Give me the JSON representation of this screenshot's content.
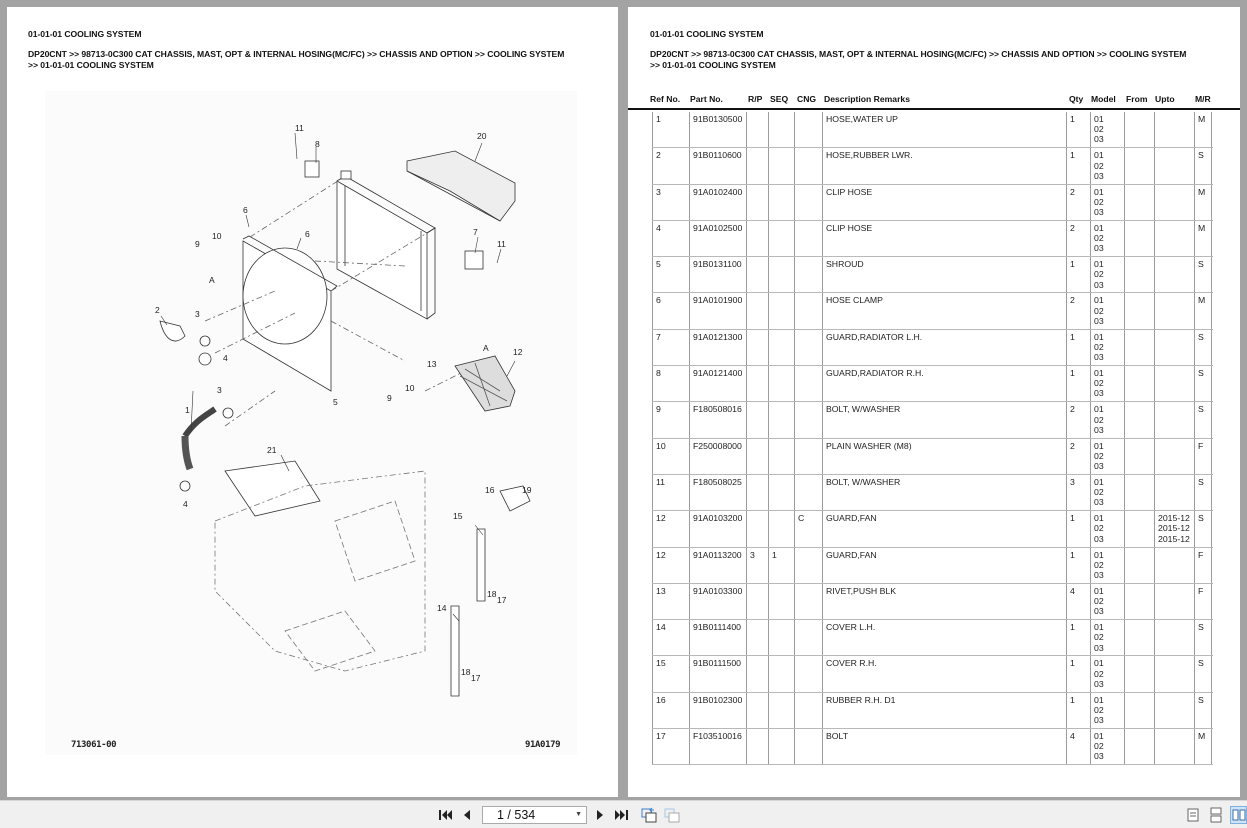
{
  "left_page": {
    "title": "01-01-01 COOLING SYSTEM",
    "breadcrumb_line1": "DP20CNT >> 98713-0C300 CAT CHASSIS, MAST, OPT & INTERNAL HOSING(MC/FC) >> CHASSIS AND OPTION >> COOLING SYSTEM",
    "breadcrumb_line2": ">> 01-01-01 COOLING SYSTEM",
    "illustration": {
      "code_left": "713061-00",
      "code_right": "91A0179",
      "callouts": [
        "1",
        "2",
        "3",
        "3",
        "4",
        "4",
        "5",
        "6",
        "6",
        "7",
        "8",
        "9",
        "9",
        "10",
        "10",
        "11",
        "11",
        "12",
        "13",
        "14",
        "15",
        "16",
        "17",
        "17",
        "18",
        "18",
        "19",
        "20",
        "21",
        "A",
        "A"
      ]
    }
  },
  "right_page": {
    "title": "01-01-01 COOLING SYSTEM",
    "breadcrumb_line1": "DP20CNT >> 98713-0C300 CAT CHASSIS, MAST, OPT & INTERNAL HOSING(MC/FC) >> CHASSIS AND OPTION >> COOLING SYSTEM",
    "breadcrumb_line2": ">> 01-01-01 COOLING SYSTEM",
    "table": {
      "headers": {
        "ref": "Ref No.",
        "part": "Part No.",
        "rp": "R/P",
        "seq": "SEQ",
        "cng": "CNG",
        "desc": "Description Remarks",
        "qty": "Qty",
        "model": "Model",
        "from": "From",
        "upto": "Upto",
        "mr": "M/R"
      },
      "rows": [
        {
          "ref": "1",
          "part": "91B0130500",
          "rp": "",
          "seq": "",
          "cng": "",
          "desc": "HOSE,WATER UP",
          "qty": "1",
          "model": "01\n02\n03",
          "from": "",
          "upto": "",
          "mr": "M"
        },
        {
          "ref": "2",
          "part": "91B0110600",
          "rp": "",
          "seq": "",
          "cng": "",
          "desc": "HOSE,RUBBER LWR.",
          "qty": "1",
          "model": "01\n02\n03",
          "from": "",
          "upto": "",
          "mr": "S"
        },
        {
          "ref": "3",
          "part": "91A0102400",
          "rp": "",
          "seq": "",
          "cng": "",
          "desc": "CLIP HOSE",
          "qty": "2",
          "model": "01\n02\n03",
          "from": "",
          "upto": "",
          "mr": "M"
        },
        {
          "ref": "4",
          "part": "91A0102500",
          "rp": "",
          "seq": "",
          "cng": "",
          "desc": "CLIP HOSE",
          "qty": "2",
          "model": "01\n02\n03",
          "from": "",
          "upto": "",
          "mr": "M"
        },
        {
          "ref": "5",
          "part": "91B0131100",
          "rp": "",
          "seq": "",
          "cng": "",
          "desc": "SHROUD",
          "qty": "1",
          "model": "01\n02\n03",
          "from": "",
          "upto": "",
          "mr": "S"
        },
        {
          "ref": "6",
          "part": "91A0101900",
          "rp": "",
          "seq": "",
          "cng": "",
          "desc": "HOSE CLAMP",
          "qty": "2",
          "model": "01\n02\n03",
          "from": "",
          "upto": "",
          "mr": "M"
        },
        {
          "ref": "7",
          "part": "91A0121300",
          "rp": "",
          "seq": "",
          "cng": "",
          "desc": "GUARD,RADIATOR L.H.",
          "qty": "1",
          "model": "01\n02\n03",
          "from": "",
          "upto": "",
          "mr": "S"
        },
        {
          "ref": "8",
          "part": "91A0121400",
          "rp": "",
          "seq": "",
          "cng": "",
          "desc": "GUARD,RADIATOR R.H.",
          "qty": "1",
          "model": "01\n02\n03",
          "from": "",
          "upto": "",
          "mr": "S"
        },
        {
          "ref": "9",
          "part": "F180508016",
          "rp": "",
          "seq": "",
          "cng": "",
          "desc": "BOLT, W/WASHER",
          "qty": "2",
          "model": "01\n02\n03",
          "from": "",
          "upto": "",
          "mr": "S"
        },
        {
          "ref": "10",
          "part": "F250008000",
          "rp": "",
          "seq": "",
          "cng": "",
          "desc": "PLAIN WASHER (M8)",
          "qty": "2",
          "model": "01\n02\n03",
          "from": "",
          "upto": "",
          "mr": "F"
        },
        {
          "ref": "11",
          "part": "F180508025",
          "rp": "",
          "seq": "",
          "cng": "",
          "desc": "BOLT, W/WASHER",
          "qty": "3",
          "model": "01\n02\n03",
          "from": "",
          "upto": "",
          "mr": "S"
        },
        {
          "ref": "12",
          "part": "91A0103200",
          "rp": "",
          "seq": "",
          "cng": "C",
          "desc": "GUARD,FAN",
          "qty": "1",
          "model": "01\n02\n03",
          "from": "",
          "upto": "2015-12\n2015-12\n2015-12",
          "mr": "S"
        },
        {
          "ref": "12",
          "part": "91A0113200",
          "rp": "3",
          "seq": "1",
          "cng": "",
          "desc": "GUARD,FAN",
          "qty": "1",
          "model": "01\n02\n03",
          "from": "",
          "upto": "",
          "mr": "F"
        },
        {
          "ref": "13",
          "part": "91A0103300",
          "rp": "",
          "seq": "",
          "cng": "",
          "desc": "RIVET,PUSH BLK",
          "qty": "4",
          "model": "01\n02\n03",
          "from": "",
          "upto": "",
          "mr": "F"
        },
        {
          "ref": "14",
          "part": "91B0111400",
          "rp": "",
          "seq": "",
          "cng": "",
          "desc": "COVER L.H.",
          "qty": "1",
          "model": "01\n02\n03",
          "from": "",
          "upto": "",
          "mr": "S"
        },
        {
          "ref": "15",
          "part": "91B0111500",
          "rp": "",
          "seq": "",
          "cng": "",
          "desc": "COVER R.H.",
          "qty": "1",
          "model": "01\n02\n03",
          "from": "",
          "upto": "",
          "mr": "S"
        },
        {
          "ref": "16",
          "part": "91B0102300",
          "rp": "",
          "seq": "",
          "cng": "",
          "desc": "RUBBER R.H. D1",
          "qty": "1",
          "model": "01\n02\n03",
          "from": "",
          "upto": "",
          "mr": "S"
        },
        {
          "ref": "17",
          "part": "F103510016",
          "rp": "",
          "seq": "",
          "cng": "",
          "desc": "BOLT",
          "qty": "4",
          "model": "01\n02\n03",
          "from": "",
          "upto": "",
          "mr": "M"
        }
      ]
    }
  },
  "toolbar": {
    "page_indicator": "1 / 534",
    "current_page": 1,
    "total_pages": 534,
    "icons": {
      "first": "first-page-icon",
      "prev": "previous-page-icon",
      "next": "next-page-icon",
      "last": "last-page-icon",
      "back_view": "previous-view-icon",
      "forward_view": "next-view-icon",
      "single": "single-page-view-icon",
      "continuous": "continuous-view-icon",
      "facing": "facing-pages-view-icon"
    },
    "colors": {
      "accent": "#2f7fd0",
      "active_view_bg": "#cfe3f7"
    }
  }
}
